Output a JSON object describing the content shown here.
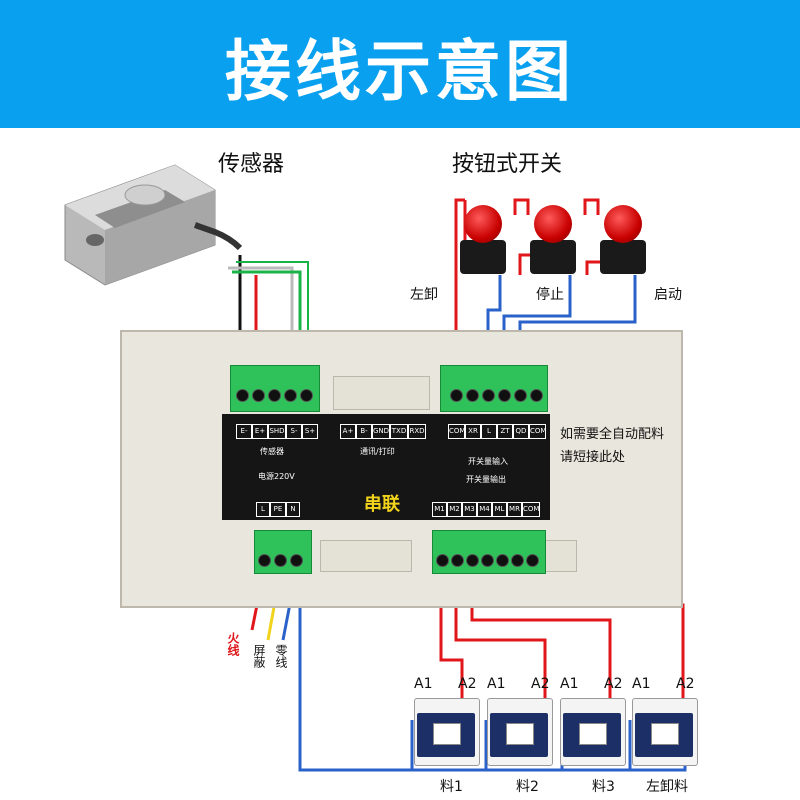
{
  "title": "接线示意图",
  "labels": {
    "sensor": "传感器",
    "button_switch": "按钮式开关",
    "left_unload": "左卸",
    "stop": "停止",
    "start": "启动",
    "series": "串联",
    "auto_note_line1": "如需要全自动配料",
    "auto_note_line2": "请短接此处",
    "live_wire": "火线",
    "shield": "屏蔽",
    "neutral_wire": "零线",
    "material1": "料1",
    "material2": "料2",
    "material3": "料3",
    "left_unload_material": "左卸料"
  },
  "panel": {
    "sensor_terminals": [
      "E-",
      "E+",
      "SHD",
      "S-",
      "S+"
    ],
    "sensor_caption": "传感器",
    "comm_terminals": [
      "A+",
      "B-",
      "GND",
      "TXD",
      "RXD"
    ],
    "comm_caption": "通讯/打印",
    "input_terminals": [
      "COM",
      "XR",
      "L",
      "ZT",
      "QD",
      "COM"
    ],
    "input_caption": "开关量输入",
    "power_caption": "电源220V",
    "power_terminals": [
      "L",
      "PE",
      "N"
    ],
    "output_caption": "开关量输出",
    "output_terminals": [
      "M1",
      "M2",
      "M3",
      "M4",
      "ML",
      "MR",
      "COM"
    ]
  },
  "contactor_terminal_labels": {
    "a1": "A1",
    "a2": "A2"
  },
  "colors": {
    "banner": "#0aa0f0",
    "wire_red": "#e0161b",
    "wire_blue": "#2a62c9",
    "wire_yellow": "#f2d31b",
    "wire_green": "#19b34a",
    "wire_black": "#111111",
    "terminal_green": "#2fc25a"
  }
}
